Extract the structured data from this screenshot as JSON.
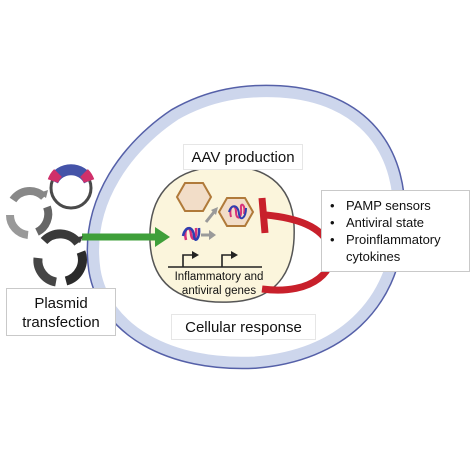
{
  "labels": {
    "aav_production": "AAV production",
    "plasmid_transfection": "Plasmid transfection",
    "cellular_response": "Cellular response",
    "genes": "Inflammatory and antiviral genes"
  },
  "response_list": [
    {
      "bullet": "•",
      "text": "PAMP sensors"
    },
    {
      "bullet": "•",
      "text": "Antiviral state"
    },
    {
      "bullet": "•",
      "text": "Proinflammatory cytokines"
    }
  ],
  "colors": {
    "cell_membrane_fill": "#cdd6ec",
    "cell_membrane_stroke": "#5560a8",
    "nucleus_fill": "#fbf5dc",
    "capsid_fill": "#f2ddc8",
    "capsid_stroke": "#b07a3a",
    "transfection_arrow": "#3f9f3a",
    "inhibition": "#c8202b",
    "plasmid_backbone": "#4a4a4a",
    "plasmid_insert_blue": "#4453a8",
    "plasmid_insert_pink": "#d0306a",
    "dna_blue": "#2e3fb0",
    "dna_pink": "#d8337a"
  },
  "icons": [
    "plasmid-icon",
    "capsid-icon",
    "genome-icon",
    "gene-promoter-icon",
    "inhibition-icon",
    "transfection-arrow-icon"
  ]
}
